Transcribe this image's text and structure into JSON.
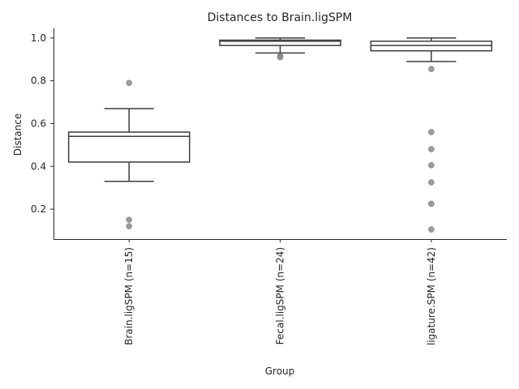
{
  "chart_data": {
    "type": "box",
    "title": "Distances to Brain.ligSPM",
    "xlabel": "Group",
    "ylabel": "Distance",
    "ylim": [
      0.06,
      1.045
    ],
    "yticks": [
      0.2,
      0.4,
      0.6,
      0.8,
      1.0
    ],
    "ytick_labels": [
      "0.2",
      "0.4",
      "0.6",
      "0.8",
      "1.0"
    ],
    "grid": false,
    "categories": [
      "Brain.ligSPM (n=15)",
      "Fecal.ligSPM (n=24)",
      "ligature.SPM (n=42)"
    ],
    "boxes": [
      {
        "category": "Brain.ligSPM (n=15)",
        "whisker_low": 0.33,
        "q1": 0.42,
        "median": 0.54,
        "q3": 0.56,
        "whisker_high": 0.67,
        "outliers": [
          0.79,
          0.15,
          0.12
        ]
      },
      {
        "category": "Fecal.ligSPM (n=24)",
        "whisker_low": 0.93,
        "q1": 0.965,
        "median": 0.985,
        "q3": 0.99,
        "whisker_high": 1.0,
        "outliers": [
          0.915,
          0.91
        ]
      },
      {
        "category": "ligature.SPM (n=42)",
        "whisker_low": 0.89,
        "q1": 0.94,
        "median": 0.965,
        "q3": 0.985,
        "whisker_high": 1.0,
        "outliers": [
          0.855,
          0.56,
          0.48,
          0.405,
          0.325,
          0.225,
          0.105
        ]
      }
    ],
    "colors": {
      "line": "#3d3d3d",
      "box_fill": "#ffffff",
      "outlier": "#8a8a8a",
      "axis": "#262626"
    }
  }
}
